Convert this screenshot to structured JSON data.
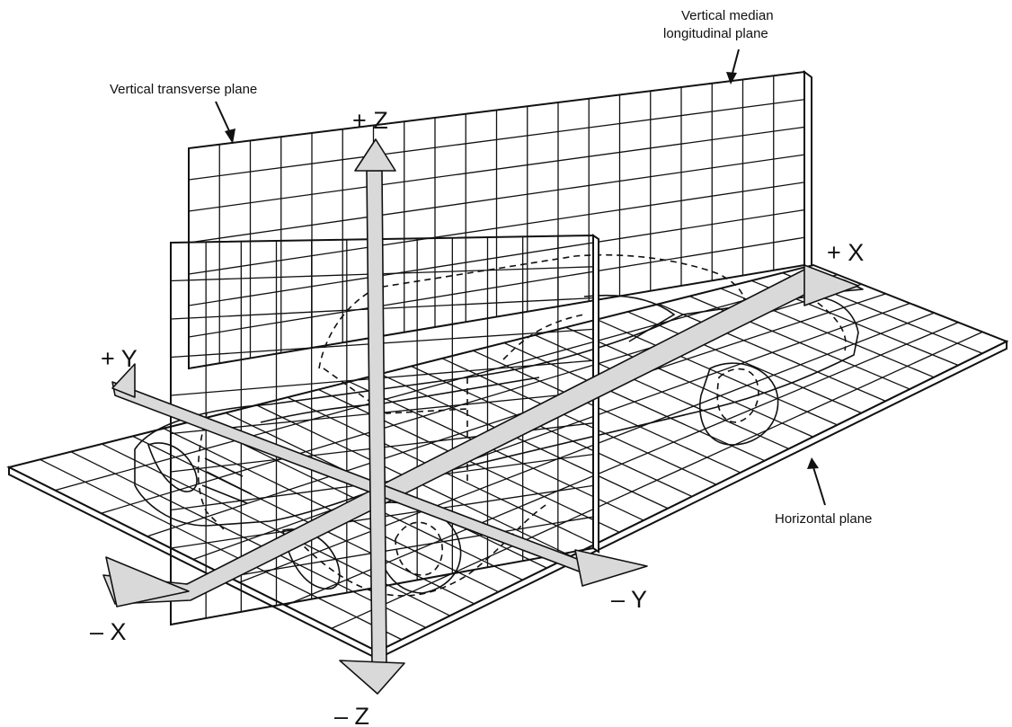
{
  "labels": {
    "vertical_transverse_plane": "Vertical transverse plane",
    "vertical_median_line1": "Vertical median",
    "vertical_median_line2": "longitudinal plane",
    "horizontal_plane": "Horizontal plane"
  },
  "axes": {
    "plus_z": "+ Z",
    "minus_z": "– Z",
    "plus_x": "+ X",
    "minus_x": "– X",
    "plus_y": "+ Y",
    "minus_y": "– Y"
  },
  "colors": {
    "ink": "#111111",
    "axis_fill": "#d9d9d9",
    "background": "#ffffff"
  }
}
